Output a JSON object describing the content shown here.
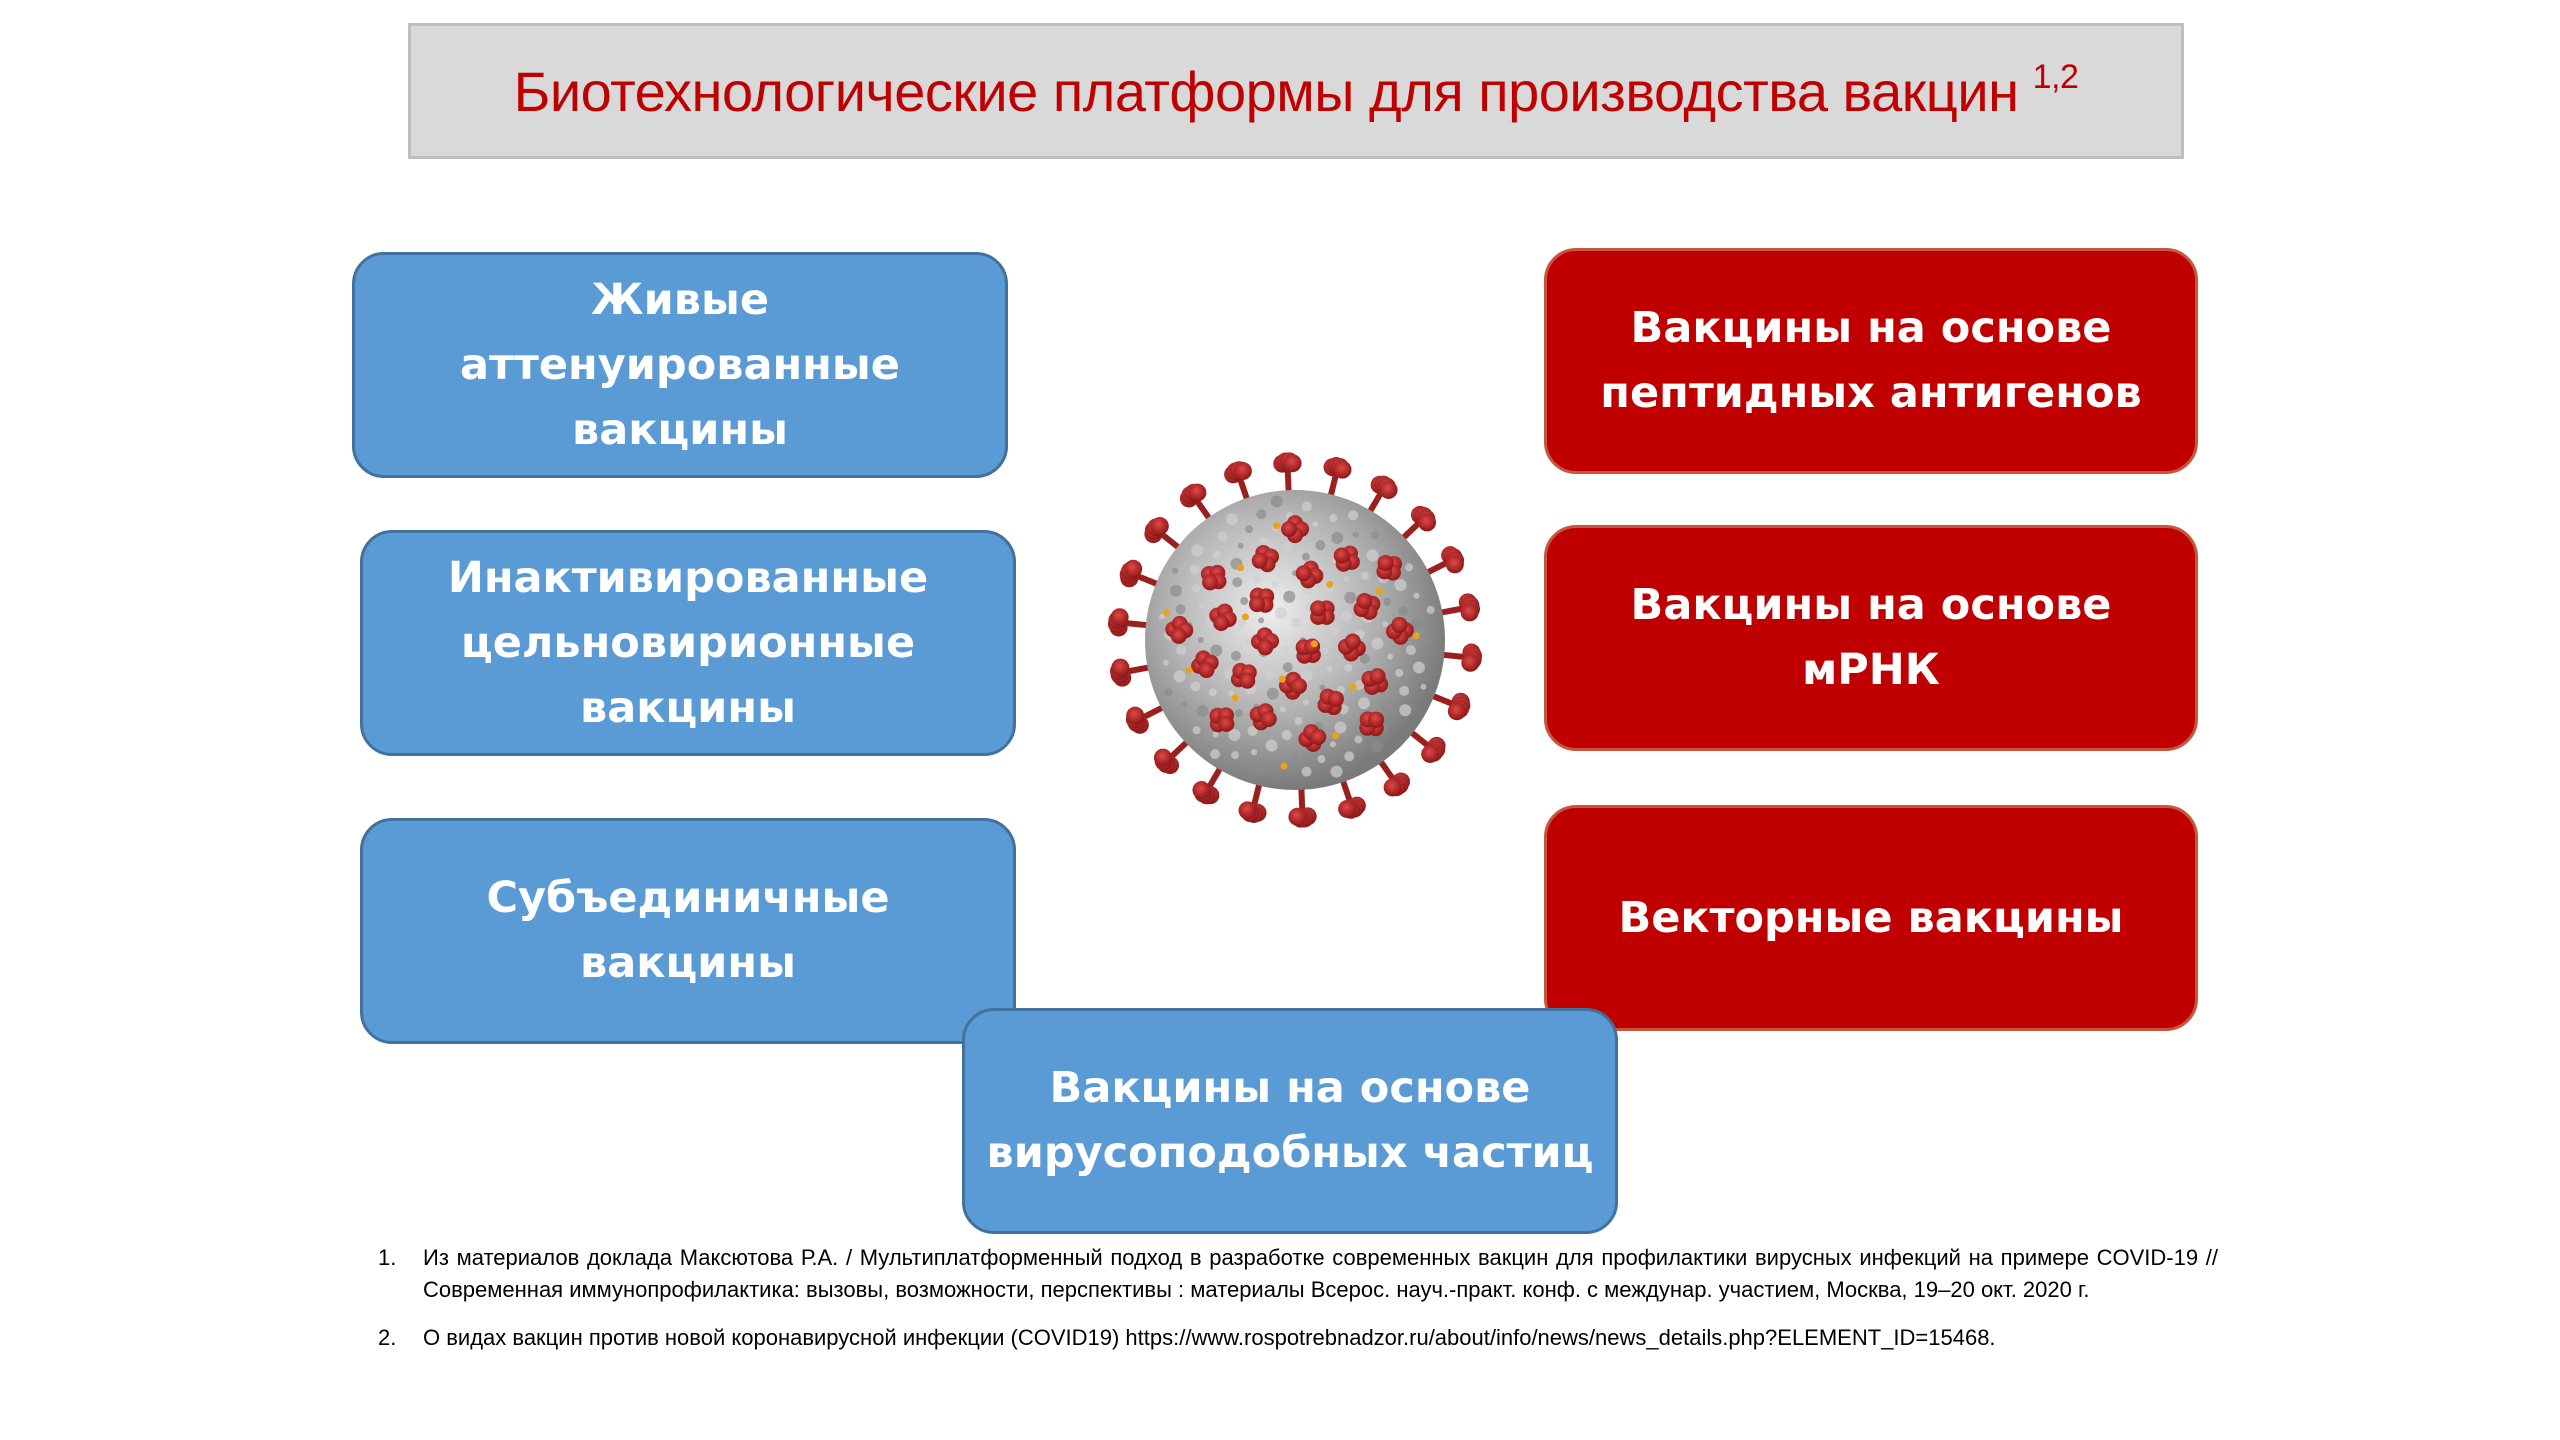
{
  "title": {
    "text": "Биотехнологические платформы для производства вакцин",
    "superscript": "1,2"
  },
  "platforms": {
    "live_attenuated": "Живые аттенуированные вакцины",
    "inactivated": "Инактивированные цельновирионные вакцины",
    "subunit": "Субъединичные вакцины",
    "vlp": "Вакцины на основе вирусоподобных  частиц",
    "peptide": "Вакцины на основе пептидных антигенов",
    "mrna": "Вакцины на основе мРНК",
    "vector": "Векторные вакцины"
  },
  "references": [
    {
      "num": "1.",
      "text": "Из материалов доклада  Максютова  Р.А. / Мультиплатформенный подход в разработке современных вакцин для профилактики вирусных инфекций на примере COVID-19 // Современная иммунопрофилактика: вызовы, возможности, перспективы : материалы Всерос. науч.-практ. конф. с междунар. участием, Москва, 19–20 окт. 2020 г."
    },
    {
      "num": "2.",
      "text": "О видах вакцин против новой коронавирусной инфекции (COVID19) https://www.rospotrebnadzor.ru/about/info/news/news_details.php?ELEMENT_ID=15468."
    }
  ],
  "colors": {
    "title_text": "#c00000",
    "title_bg": "#d9d9d9",
    "blue_box": "#5b9bd5",
    "red_box": "#c00000"
  },
  "icons": {
    "center_image": "coronavirus-icon"
  }
}
